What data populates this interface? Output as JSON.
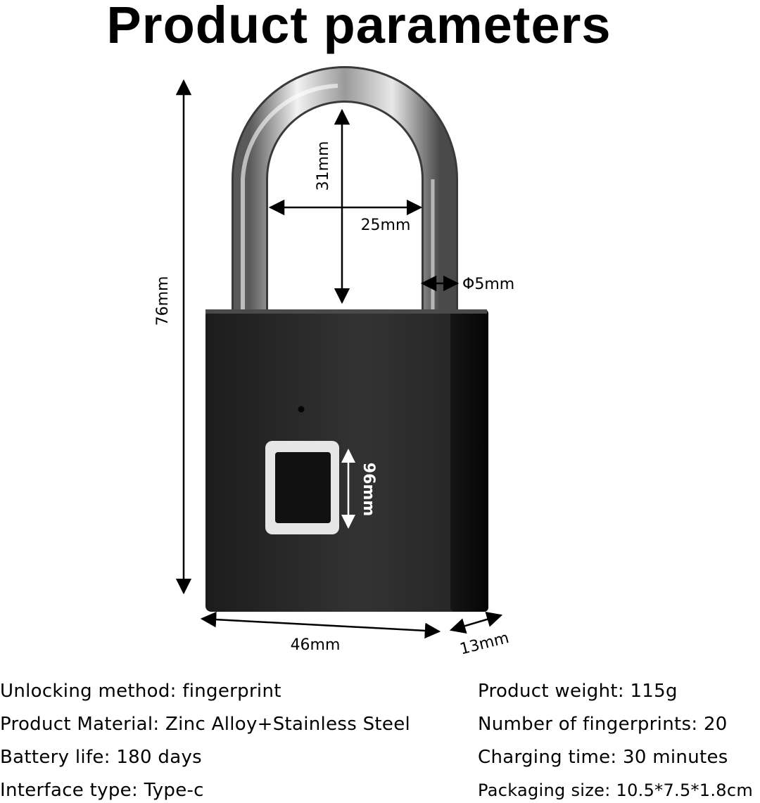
{
  "title": "Product parameters",
  "dimensions": {
    "height_total": "76mm",
    "shackle_height": "31mm",
    "shackle_width": "25mm",
    "shackle_diameter": "Φ5mm",
    "sensor_size": "96mm",
    "body_width": "46mm",
    "body_depth": "13mm"
  },
  "specs_left": [
    "Unlocking method: fingerprint",
    "Product Material: Zinc Alloy+Stainless Steel",
    "Battery life: 180 days",
    "Interface type: Type-c"
  ],
  "specs_right": [
    "Product weight: 115g",
    "Number of fingerprints: 20",
    "Charging time: 30 minutes",
    "Packaging size: 10.5*7.5*1.8cm"
  ],
  "colors": {
    "body": "#2b2b2b",
    "shackle": "#b8b8b8",
    "sensor_frame": "#e6e6e6",
    "sensor_pad": "#111111"
  }
}
